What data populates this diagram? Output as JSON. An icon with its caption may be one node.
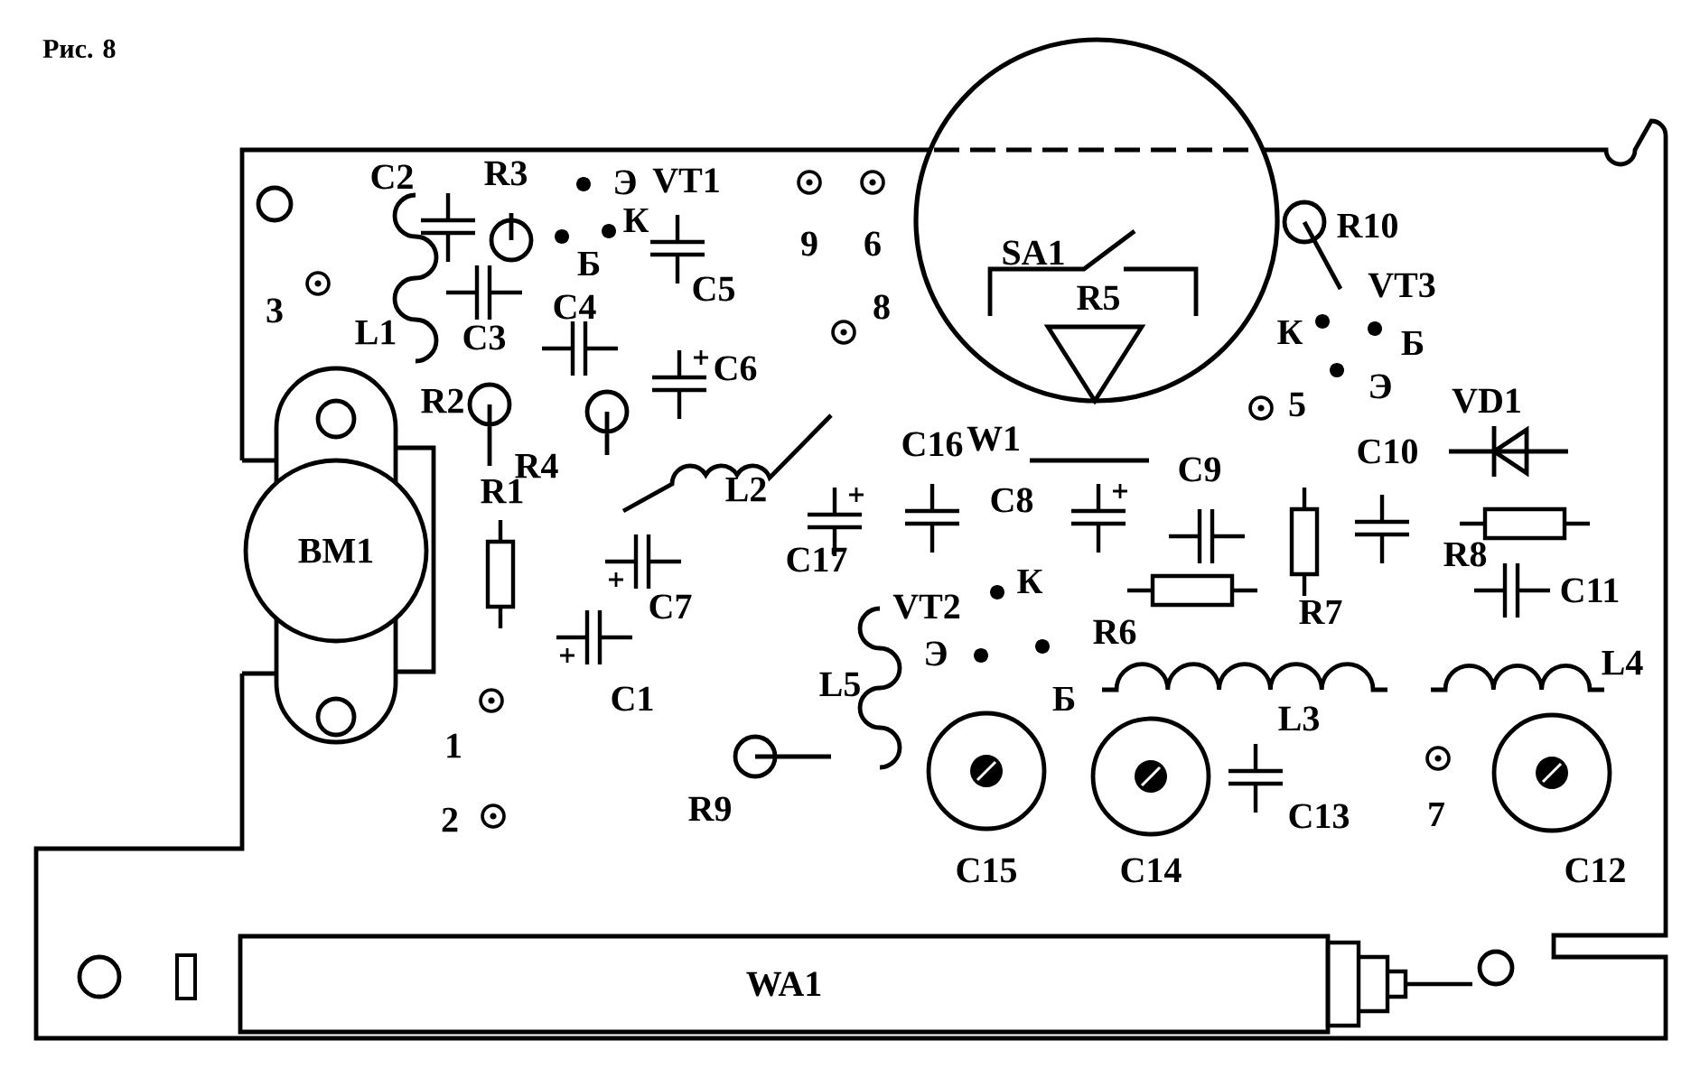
{
  "diagram": {
    "title": "Рис. 8",
    "nodes": [
      {
        "text": [
          "SA1",
          "R5"
        ]
      },
      {
        "text": [
          "BM1"
        ]
      },
      {
        "text": [
          "WA1"
        ]
      }
    ],
    "labels": [
      "C2",
      "R3",
      "Э",
      "VT1",
      "К",
      "9",
      "6",
      "R10",
      "Б",
      "3",
      "L1",
      "C3",
      "C4",
      "C5",
      "8",
      "К",
      "VT3",
      "Б",
      "R2",
      "C6",
      "5",
      "Э",
      "VD1",
      "R1",
      "R4",
      "L2",
      "C16",
      "W1",
      "C8",
      "C9",
      "C10",
      "C7",
      "C17",
      "VT2",
      "К",
      "R6",
      "R7",
      "R8",
      "C11",
      "C1",
      "L5",
      "Э",
      "Б",
      "L3",
      "L4",
      "1",
      "2",
      "R9",
      "C13",
      "7",
      "C15",
      "C14",
      "C12"
    ]
  }
}
